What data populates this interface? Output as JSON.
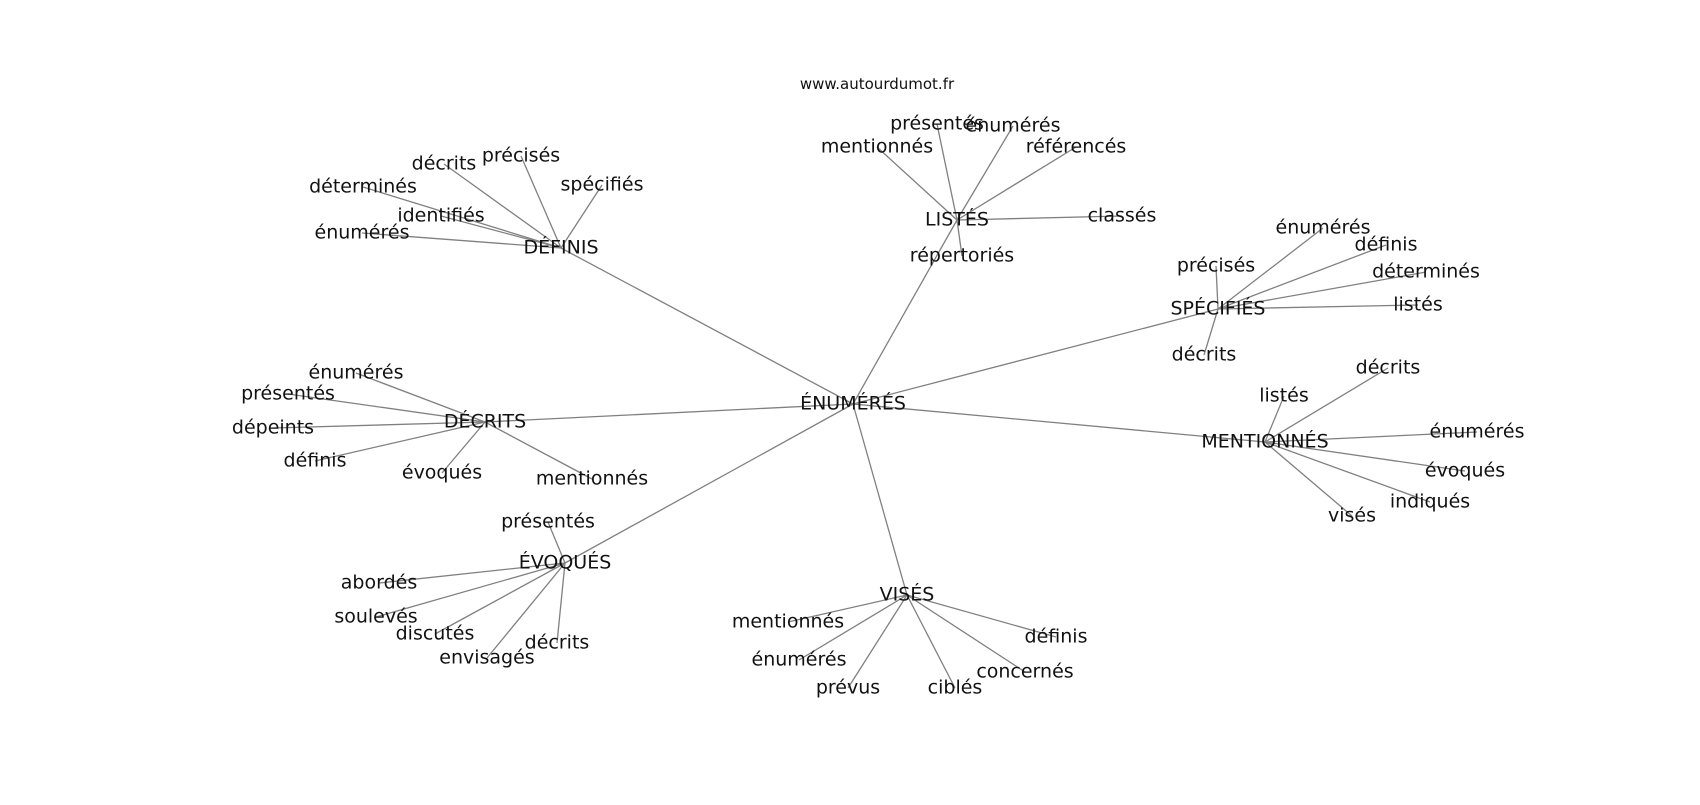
{
  "site_label": "www.autourdumot.fr",
  "center": {
    "id": "center",
    "label": "ÉNUMÉRÉS",
    "children": [
      {
        "id": "definis",
        "label": "DÉFINIS",
        "children": [
          "précisés",
          "décrits",
          "spécifiés",
          "déterminés",
          "identifiés",
          "énumérés"
        ]
      },
      {
        "id": "listes",
        "label": "LISTÉS",
        "children": [
          "présentés",
          "énumérés",
          "mentionnés",
          "référencés",
          "classés",
          "répertoriés"
        ]
      },
      {
        "id": "specifies",
        "label": "SPÉCIFIÉS",
        "children": [
          "énumérés",
          "définis",
          "précisés",
          "déterminés",
          "listés",
          "décrits"
        ]
      },
      {
        "id": "mentionnes",
        "label": "MENTIONNÉS",
        "children": [
          "décrits",
          "listés",
          "énumérés",
          "évoqués",
          "indiqués",
          "visés"
        ]
      },
      {
        "id": "vises",
        "label": "VISÉS",
        "children": [
          "mentionnés",
          "définis",
          "énumérés",
          "concernés",
          "prévus",
          "ciblés"
        ]
      },
      {
        "id": "evoques",
        "label": "ÉVOQUÉS",
        "children": [
          "présentés",
          "abordés",
          "soulevés",
          "discutés",
          "envisagés",
          "décrits"
        ]
      },
      {
        "id": "decrits",
        "label": "DÉCRITS",
        "children": [
          "énumérés",
          "présentés",
          "dépeints",
          "définis",
          "évoqués",
          "mentionnés"
        ]
      }
    ]
  }
}
